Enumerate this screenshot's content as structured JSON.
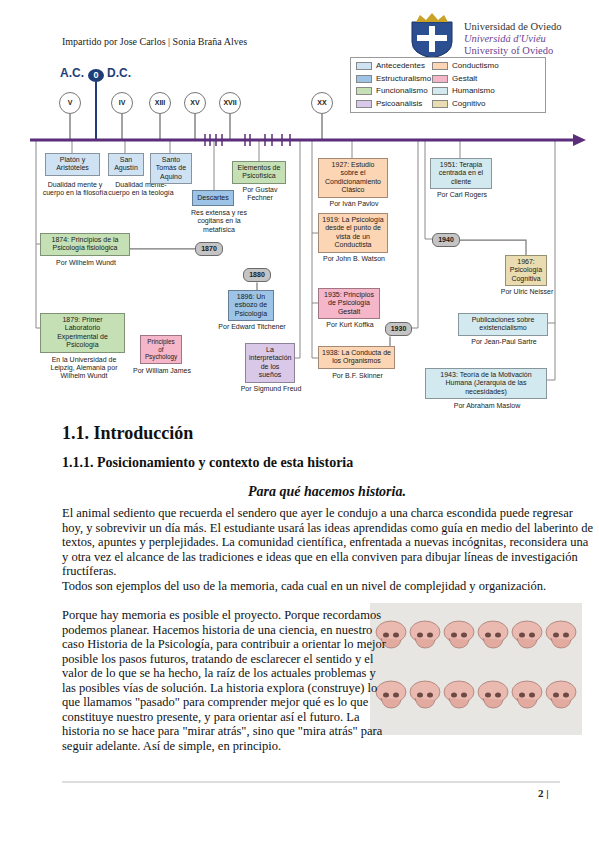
{
  "diagram": {
    "nodes": [
      {
        "text": [
          "0"
        ]
      },
      {
        "text": [
          "V"
        ]
      },
      {
        "text": [
          "IV"
        ]
      },
      {
        "text": [
          "XIII"
        ]
      },
      {
        "text": [
          "XV"
        ]
      },
      {
        "text": [
          "XVII"
        ]
      },
      {
        "text": [
          "XX"
        ]
      },
      {
        "text": [
          "Platón y Aristóteles",
          "Dualidad mente y cuerpo en la filosofía"
        ]
      },
      {
        "text": [
          "San Agustín",
          "Dualidad mente-cuerpo en la teología"
        ]
      },
      {
        "text": [
          "Santo Tomás de Aquino"
        ]
      },
      {
        "text": [
          "Descartes",
          "Res extensa y res cogitans en la metafísica"
        ]
      },
      {
        "text": [
          "Elementos de Psicofísica",
          "Por Gustav Fechner"
        ]
      },
      {
        "text": [
          "1927: Estudio sobre el Condicionamiento Clásico",
          "Por Iván Pavlov"
        ]
      },
      {
        "text": [
          "1951: Terapia centrada en el cliente",
          "Por Carl Rogers"
        ]
      },
      {
        "text": [
          "1940"
        ]
      },
      {
        "text": [
          "1874: Principios de la Psicología fisiológica",
          "Por Wilhelm Wundt"
        ]
      },
      {
        "text": [
          "1870"
        ]
      },
      {
        "text": [
          "1880"
        ]
      },
      {
        "text": [
          "1896: Un esbozo de Psicología",
          "Por Edward Titchener"
        ]
      },
      {
        "text": [
          "1919: La Psicología desde el punto de vista de un Conductista",
          "Por John B. Watson"
        ]
      },
      {
        "text": [
          "1967: Psicología Cognitiva",
          "Por Ulric Neisser"
        ]
      },
      {
        "text": [
          "1935: Principios de Psicología Gestalt",
          "Por Kurt Koffka"
        ]
      },
      {
        "text": [
          "1930"
        ]
      },
      {
        "text": [
          "Publicaciones sobre existencialismo",
          "Por Jean-Paul Sartre"
        ]
      },
      {
        "text": [
          "1879: Primer Laboratorio Experimental de Psicología",
          "En la Universidad de Leipzig, Alemania por Wilhelm Wundt"
        ]
      },
      {
        "text": [
          "Principles of Psychology",
          "Por William James"
        ]
      },
      {
        "text": [
          "La interpretación de los sueños",
          "Por Sigmund Freud"
        ]
      },
      {
        "text": [
          "1938: La Conducta de los Organismos",
          "Por B.F. Skinner"
        ]
      },
      {
        "text": [
          "1943: Teoría de la Motivación Humana (Jerarquía de las necesidades)",
          "Por Abraham Maslow"
        ]
      }
    ],
    "edges": [
      {
        "from": 16,
        "to": 15,
        "arrow": "none"
      },
      {
        "from": 17,
        "to": 18,
        "arrow": "none"
      },
      {
        "from": 22,
        "to": 27,
        "arrow": "none"
      },
      {
        "from": 14,
        "to": 20,
        "arrow": "none"
      }
    ],
    "labels": [
      "Impartido por Jose Carlos | Sonia Braña Alves",
      "Universidad de Oviedo",
      "Universidá d'Uviéu",
      "University of Oviedo",
      "A.C.",
      "D.C.",
      "1.1. Introducción",
      "1.1.1. Posicionamiento y contexto de esta historia",
      "Para qué hacemos historia.",
      "El animal sediento que recuerda el sendero que ayer le condujo a una charca escondida puede regresar hoy, y sobrevivir un día más. El estudiante usará las ideas aprendidas como guía en medio del laberinto de textos, apuntes y perplejidades. La comunidad científica, enfrentada a nuevas incógnitas, reconsidera una y otra vez el alcance de las tradiciones e ideas que en ella conviven para dibujar líneas de investigación fructíferas.",
      "Todos son ejemplos del uso de la memoria, cada cual en un nivel de complejidad y organización.",
      "Porque hay memoria es posible el proyecto. Porque recordamos podemos planear. Hacemos historia de una ciencia, en nuestro caso Historia de la Psicología, para contribuir a orientar lo mejor posible los pasos futuros, tratando de esclarecer el sentido y el valor de lo que se ha hecho, la raíz de los actuales problemas y las posibles vías de solución. La historia explora (construye) lo que llamamos \"pasado\" para comprender mejor qué es lo que constituye nuestro presente, y para orientar así el futuro. La historia no se hace para \"mirar atrás\", sino que \"mira atrás\" para seguir adelante. Así de simple, en principio.",
      "2 |"
    ],
    "legend": [
      {
        "text": "Antecedentes",
        "color": "#cfe2f3"
      },
      {
        "text": "Conductismo",
        "color": "#fcd5b4"
      },
      {
        "text": "Estructuralismo",
        "color": "#9dc3e6"
      },
      {
        "text": "Gestalt",
        "color": "#f4b6c8"
      },
      {
        "text": "Funcionalismo",
        "color": "#c5e0b4"
      },
      {
        "text": "Humanismo",
        "color": "#d2e9ef"
      },
      {
        "text": "Psicoanálisis",
        "color": "#d9c8e8"
      },
      {
        "text": "Cognitivo",
        "color": "#e8dcb0"
      }
    ]
  }
}
